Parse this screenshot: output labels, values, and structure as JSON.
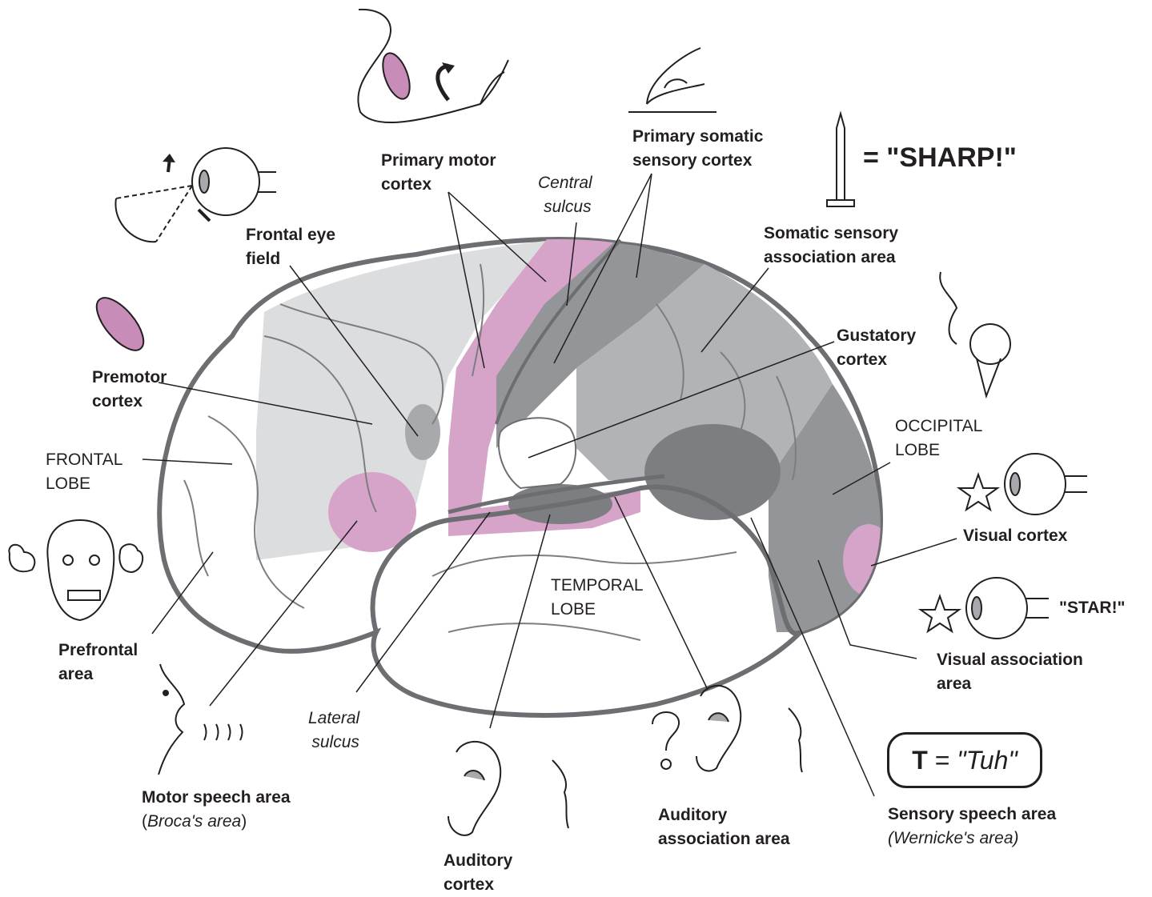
{
  "labels": {
    "primary_motor_cortex": [
      "Primary motor",
      "cortex"
    ],
    "central_sulcus": [
      "Central",
      "sulcus"
    ],
    "primary_somatic_sensory_cortex": [
      "Primary somatic",
      "sensory cortex"
    ],
    "sharp": "= \"SHARP!\"",
    "frontal_eye_field": [
      "Frontal eye",
      "field"
    ],
    "somatic_sensory_association_area": [
      "Somatic sensory",
      "association area"
    ],
    "gustatory_cortex": [
      "Gustatory",
      "cortex"
    ],
    "premotor_cortex": [
      "Premotor",
      "cortex"
    ],
    "frontal_lobe": [
      "FRONTAL",
      "LOBE"
    ],
    "occipital_lobe": [
      "OCCIPITAL",
      "LOBE"
    ],
    "visual_cortex": "Visual cortex",
    "temporal_lobe": [
      "TEMPORAL",
      "LOBE"
    ],
    "star": "\"STAR!\"",
    "prefrontal_area": [
      "Prefrontal",
      "area"
    ],
    "visual_association_area": [
      "Visual association",
      "area"
    ],
    "lateral_sulcus": [
      "Lateral",
      "sulcus"
    ],
    "motor_speech_area": "Motor speech area",
    "motor_speech_area_sub_open": "(",
    "motor_speech_area_sub_name": "Broca's area",
    "motor_speech_area_sub_close": ")",
    "auditory_cortex": [
      "Auditory",
      "cortex"
    ],
    "auditory_association_area": [
      "Auditory",
      "association area"
    ],
    "sensory_speech_area": "Sensory speech area",
    "sensory_speech_area_sub": "(Wernicke's area)",
    "tuh_letter": "T",
    "tuh_equals": " = ",
    "tuh_sound": "\"Tuh\""
  },
  "colors": {
    "outline": "#6d6e71",
    "ink": "#231f20",
    "frontal_light": "#dcdddf",
    "motor_pink": "#d5a4c8",
    "sensory_dark": "#939598",
    "association_mid": "#b1b3b6",
    "auditory_dark": "#7d7e81",
    "white": "#ffffff"
  },
  "icons": [
    "flexing-arm-icon",
    "fingertip-touch-icon",
    "nail-icon",
    "moving-eye-icon",
    "muscle-icon",
    "angry-face-icon",
    "ice-cream-taste-icon",
    "star-icon",
    "eye-icon",
    "speaking-head-icon",
    "ear-icon",
    "question-mark-icon"
  ]
}
